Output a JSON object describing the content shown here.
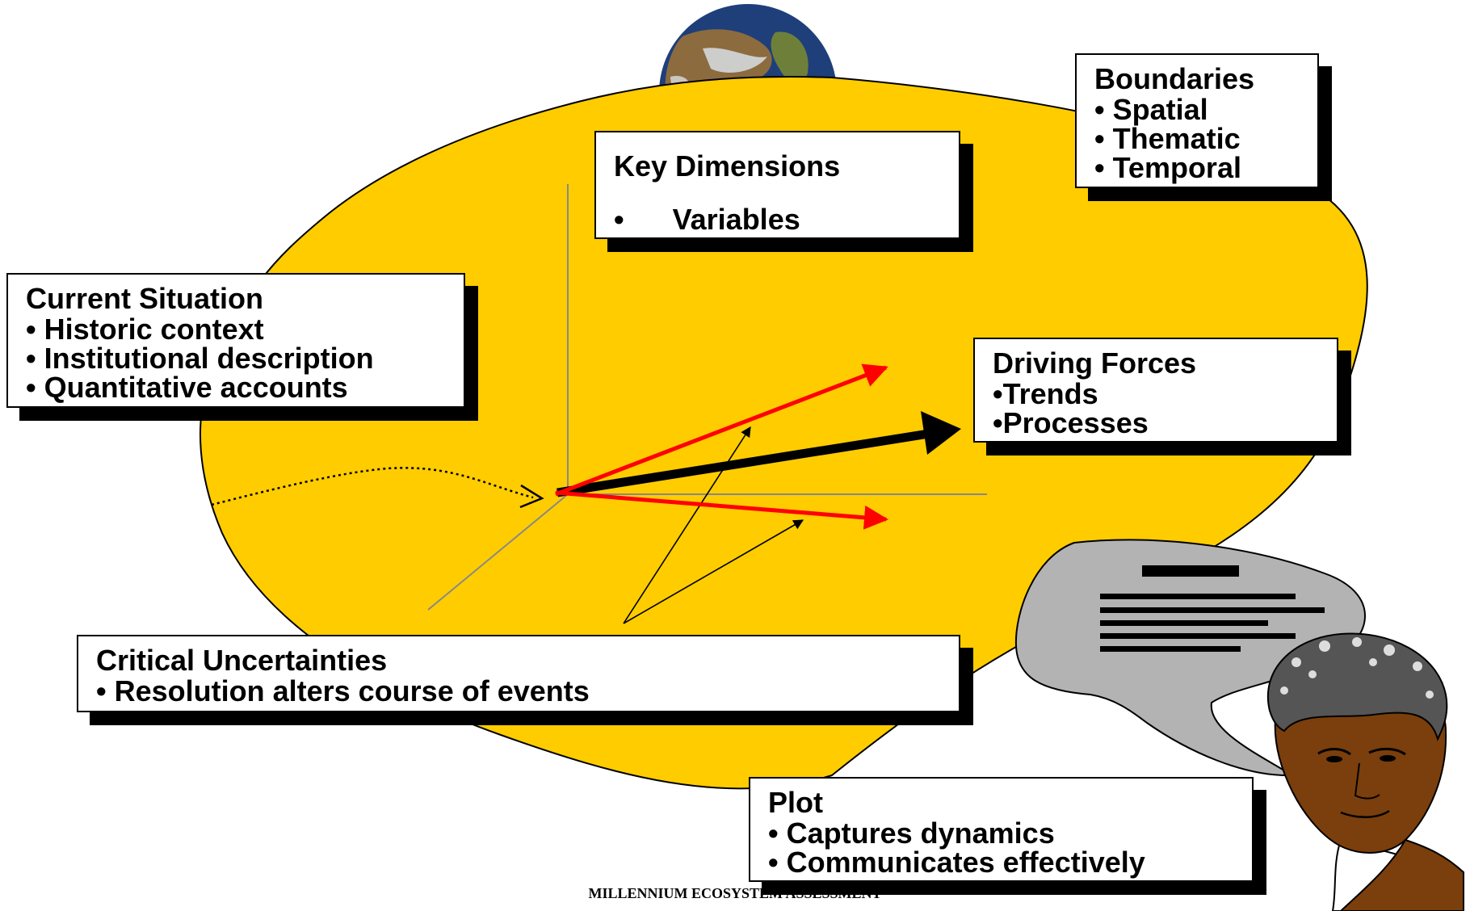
{
  "boxes": {
    "boundaries": {
      "title": "Boundaries",
      "items": [
        "• Spatial",
        "• Thematic",
        "• Temporal"
      ]
    },
    "key_dimensions": {
      "title": "Key Dimensions",
      "items": [
        "•      Variables"
      ]
    },
    "current_situation": {
      "title": "Current Situation",
      "items": [
        "• Historic context",
        "• Institutional description",
        "• Quantitative accounts"
      ]
    },
    "driving_forces": {
      "title": "Driving Forces",
      "items": [
        "•Trends",
        "•Processes"
      ]
    },
    "critical_uncertainties": {
      "title": "Critical Uncertainties",
      "items": [
        "• Resolution alters course of events"
      ]
    },
    "plot": {
      "title": "Plot",
      "items": [
        "• Captures dynamics",
        "• Communicates effectively"
      ]
    }
  },
  "footer": "MILLENNIUM ECOSYSTEM ASSESSMENT",
  "colors": {
    "blob": "#FFCC00",
    "red_arrow": "#FF0000",
    "black_arrow": "#000000",
    "axis": "#888888",
    "bubble": "#B3B3B3",
    "skin": "#7A3F0C",
    "earth_ocean": "#1E3F7A",
    "earth_land": "#8C6B3E"
  },
  "icons": [
    "earth-globe-icon",
    "speech-bubble-icon",
    "person-face-icon"
  ]
}
